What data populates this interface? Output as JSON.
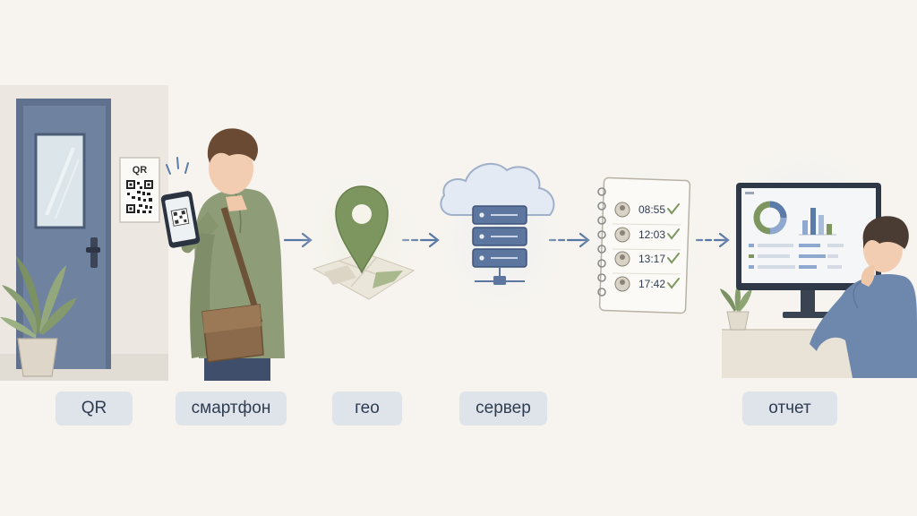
{
  "stages": [
    {
      "id": "qr",
      "label": "QR"
    },
    {
      "id": "smartphone",
      "label": "смартфон"
    },
    {
      "id": "geo",
      "label": "гео"
    },
    {
      "id": "server",
      "label": "сервер"
    },
    {
      "id": "report",
      "label": "отчет"
    }
  ],
  "door_sign": {
    "text": "QR"
  },
  "attendance_log": {
    "times": [
      "08:55",
      "12:03",
      "13:17",
      "17:42"
    ]
  },
  "colors": {
    "background": "#f7f4ef",
    "accent_blue": "#4f6d9a",
    "accent_green": "#7d9660",
    "label_bg": "#dfe3ea",
    "label_text": "#2f3d52"
  }
}
